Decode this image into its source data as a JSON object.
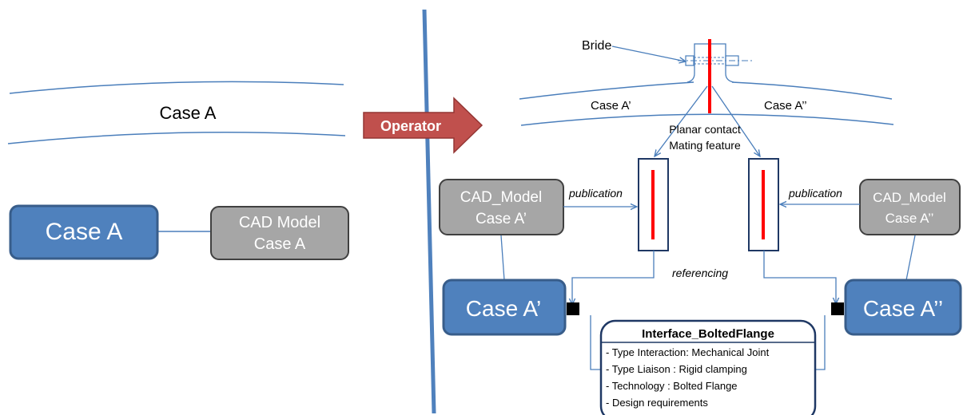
{
  "left_panel": {
    "band_label": "Case A",
    "case_box": "Case A",
    "cad_box": {
      "line1": "CAD Model",
      "line2": "Case A"
    }
  },
  "operator_label": "Operator",
  "right_panel": {
    "bride_label": "Bride",
    "case_a1_band": "Case A’",
    "case_a2_band": "Case A’’",
    "contact_line1": "Planar contact",
    "contact_line2": "Mating feature",
    "cad_left": {
      "line1": "CAD_Model",
      "line2": "Case A’"
    },
    "cad_right": {
      "line1": "CAD_Model",
      "line2": "Case A’’"
    },
    "publication_left": "publication",
    "publication_right": "publication",
    "referencing": "referencing",
    "case_a1_box": "Case A’",
    "case_a2_box": "Case A’’",
    "interface": {
      "title": "Interface_BoltedFlange",
      "lines": [
        "- Type Interaction: Mechanical Joint",
        "- Type Liaison : Rigid clamping",
        "-  Technology : Bolted Flange",
        "-  Design requirements"
      ]
    }
  },
  "colors": {
    "blue_box": "#4f81bd",
    "blue_border": "#385d8a",
    "gray_box": "#a6a6a6",
    "gray_border": "#404040",
    "divider": "#4f81bd",
    "operator_fill": "#c0504d",
    "line": "#4a7ebb",
    "red": "#ff0000"
  }
}
